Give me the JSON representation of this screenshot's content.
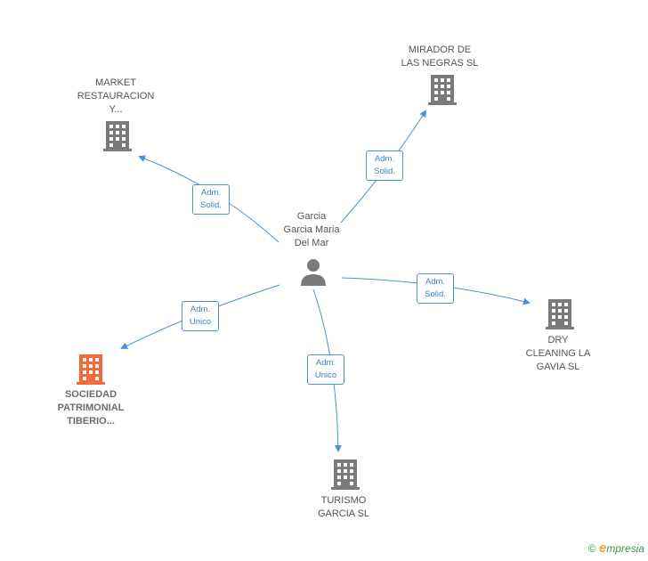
{
  "person": {
    "name": "Garcia\nGarcia Maria\nDel Mar",
    "icon": "person-icon"
  },
  "companies": [
    {
      "id": "market",
      "name": "MARKET\nRESTAURACION\nY...",
      "icon": "building-icon",
      "color": "#7a7a7a"
    },
    {
      "id": "mirador",
      "name": "MIRADOR DE\nLAS NEGRAS SL",
      "icon": "building-icon",
      "color": "#7a7a7a"
    },
    {
      "id": "dry",
      "name": "DRY\nCLEANING LA\nGAVIA SL",
      "icon": "building-icon",
      "color": "#7a7a7a"
    },
    {
      "id": "turismo",
      "name": "TURISMO\nGARCIA  SL",
      "icon": "building-icon",
      "color": "#7a7a7a"
    },
    {
      "id": "sociedad",
      "name": "SOCIEDAD\nPATRIMONIAL\nTIBERIO...",
      "icon": "building-icon",
      "color": "#f26a3d",
      "highlight": true
    }
  ],
  "relations": [
    {
      "to": "market",
      "label": "Adm.\nSolid."
    },
    {
      "to": "mirador",
      "label": "Adm.\nSolid."
    },
    {
      "to": "dry",
      "label": "Adm.\nSolid."
    },
    {
      "to": "turismo",
      "label": "Adm.\nUnico"
    },
    {
      "to": "sociedad",
      "label": "Adm.\nUnico"
    }
  ],
  "footer": {
    "copyright": "©",
    "brand_initial": "e",
    "brand_rest": "mpresia"
  },
  "colors": {
    "edge": "#4a90d9",
    "person": "#7a7a7a"
  }
}
